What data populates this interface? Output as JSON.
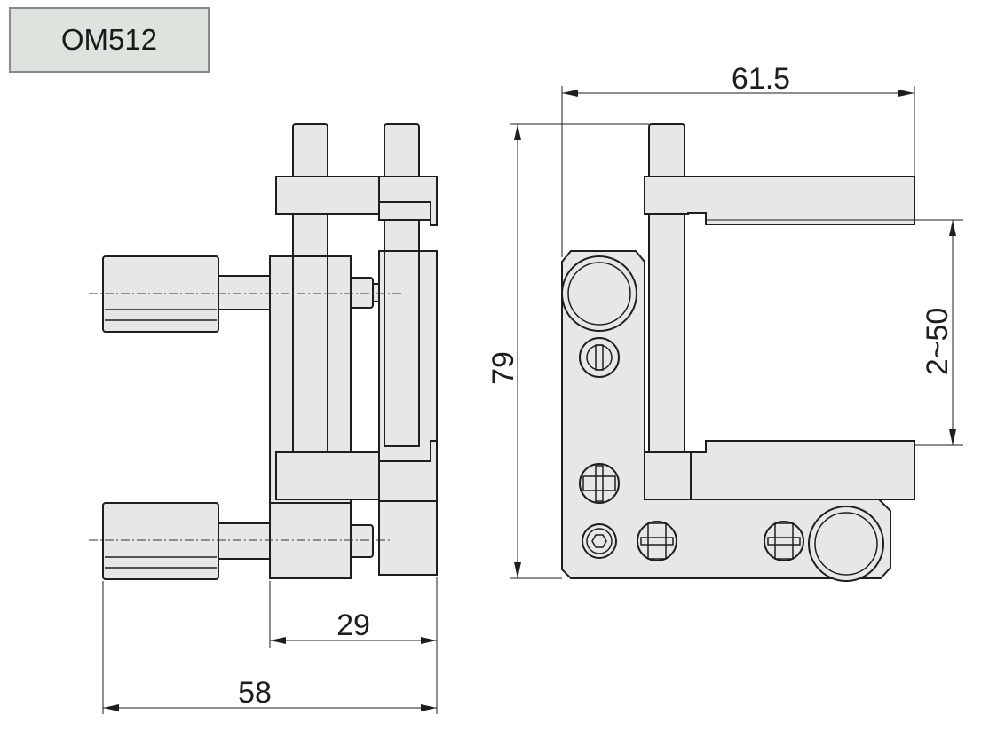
{
  "title": "OM512",
  "dimensions": {
    "side_depth": "29",
    "side_total": "58",
    "front_width": "61.5",
    "front_height": "79",
    "clamp_range": "2~50"
  },
  "colors": {
    "part_fill": "#e6e7e9",
    "title_fill": "#dde4dd",
    "line": "#1e1e1e"
  }
}
